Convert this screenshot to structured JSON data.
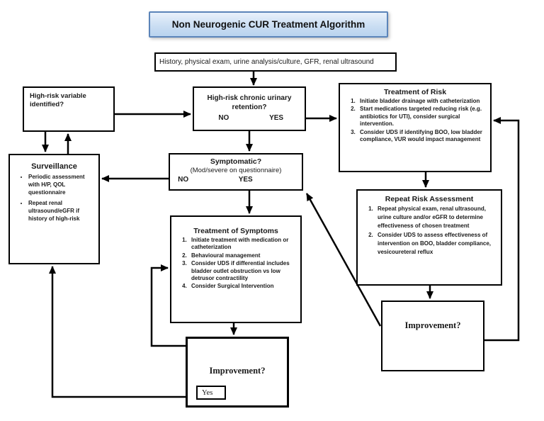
{
  "title": "Non Neurogenic CUR Treatment Algorithm",
  "nodes": {
    "history": {
      "text": "History, physical exam, urine analysis/culture, GFR, renal ultrasound"
    },
    "high_risk_variable": {
      "text": "High-risk variable identified?"
    },
    "high_risk_cur": {
      "title": "High-risk chronic urinary retention?",
      "no_label": "NO",
      "yes_label": "YES"
    },
    "treatment_of_risk": {
      "title": "Treatment of Risk",
      "items": [
        "Initiate bladder drainage with catheterization",
        "Start medications targeted reducing risk (e.g. antibiotics for UTI), consider surgical intervention.",
        "Consider UDS if identifying BOO, low bladder compliance, VUR would impact management"
      ]
    },
    "symptomatic": {
      "title": "Symptomatic?",
      "subtitle": "(Mod/severe on questionnaire)",
      "no_label": "NO",
      "yes_label": "YES"
    },
    "surveillance": {
      "title": "Surveillance",
      "items": [
        "Periodic assessment with H/P, QOL questionnaire",
        "Repeat renal ultrasound/eGFR if history of high-risk"
      ]
    },
    "repeat_risk_assessment": {
      "title": "Repeat Risk Assessment",
      "items": [
        "Repeat physical exam, renal ultrasound, urine culture and/or eGFR to determine effectiveness of chosen treatment",
        "Consider UDS to assess effectiveness of intervention on BOO, bladder compliance, vesicoureteral reflux"
      ]
    },
    "treatment_of_symptoms": {
      "title": "Treatment of Symptoms",
      "items": [
        "Initiate treatment with medication or catheterization",
        "Behavioural management",
        "Consider UDS if differential includes bladder outlet obstruction vs low detrusor contractility",
        "Consider Surgical Intervention"
      ]
    },
    "improvement_center": {
      "title": "Improvement?",
      "yes_label": "Yes"
    },
    "improvement_right": {
      "title": "Improvement?"
    }
  },
  "colors": {
    "title_fill_top": "#e9f1fb",
    "title_fill_bottom": "#b9d3ee",
    "title_border": "#5b84b9",
    "line": "#000000"
  }
}
